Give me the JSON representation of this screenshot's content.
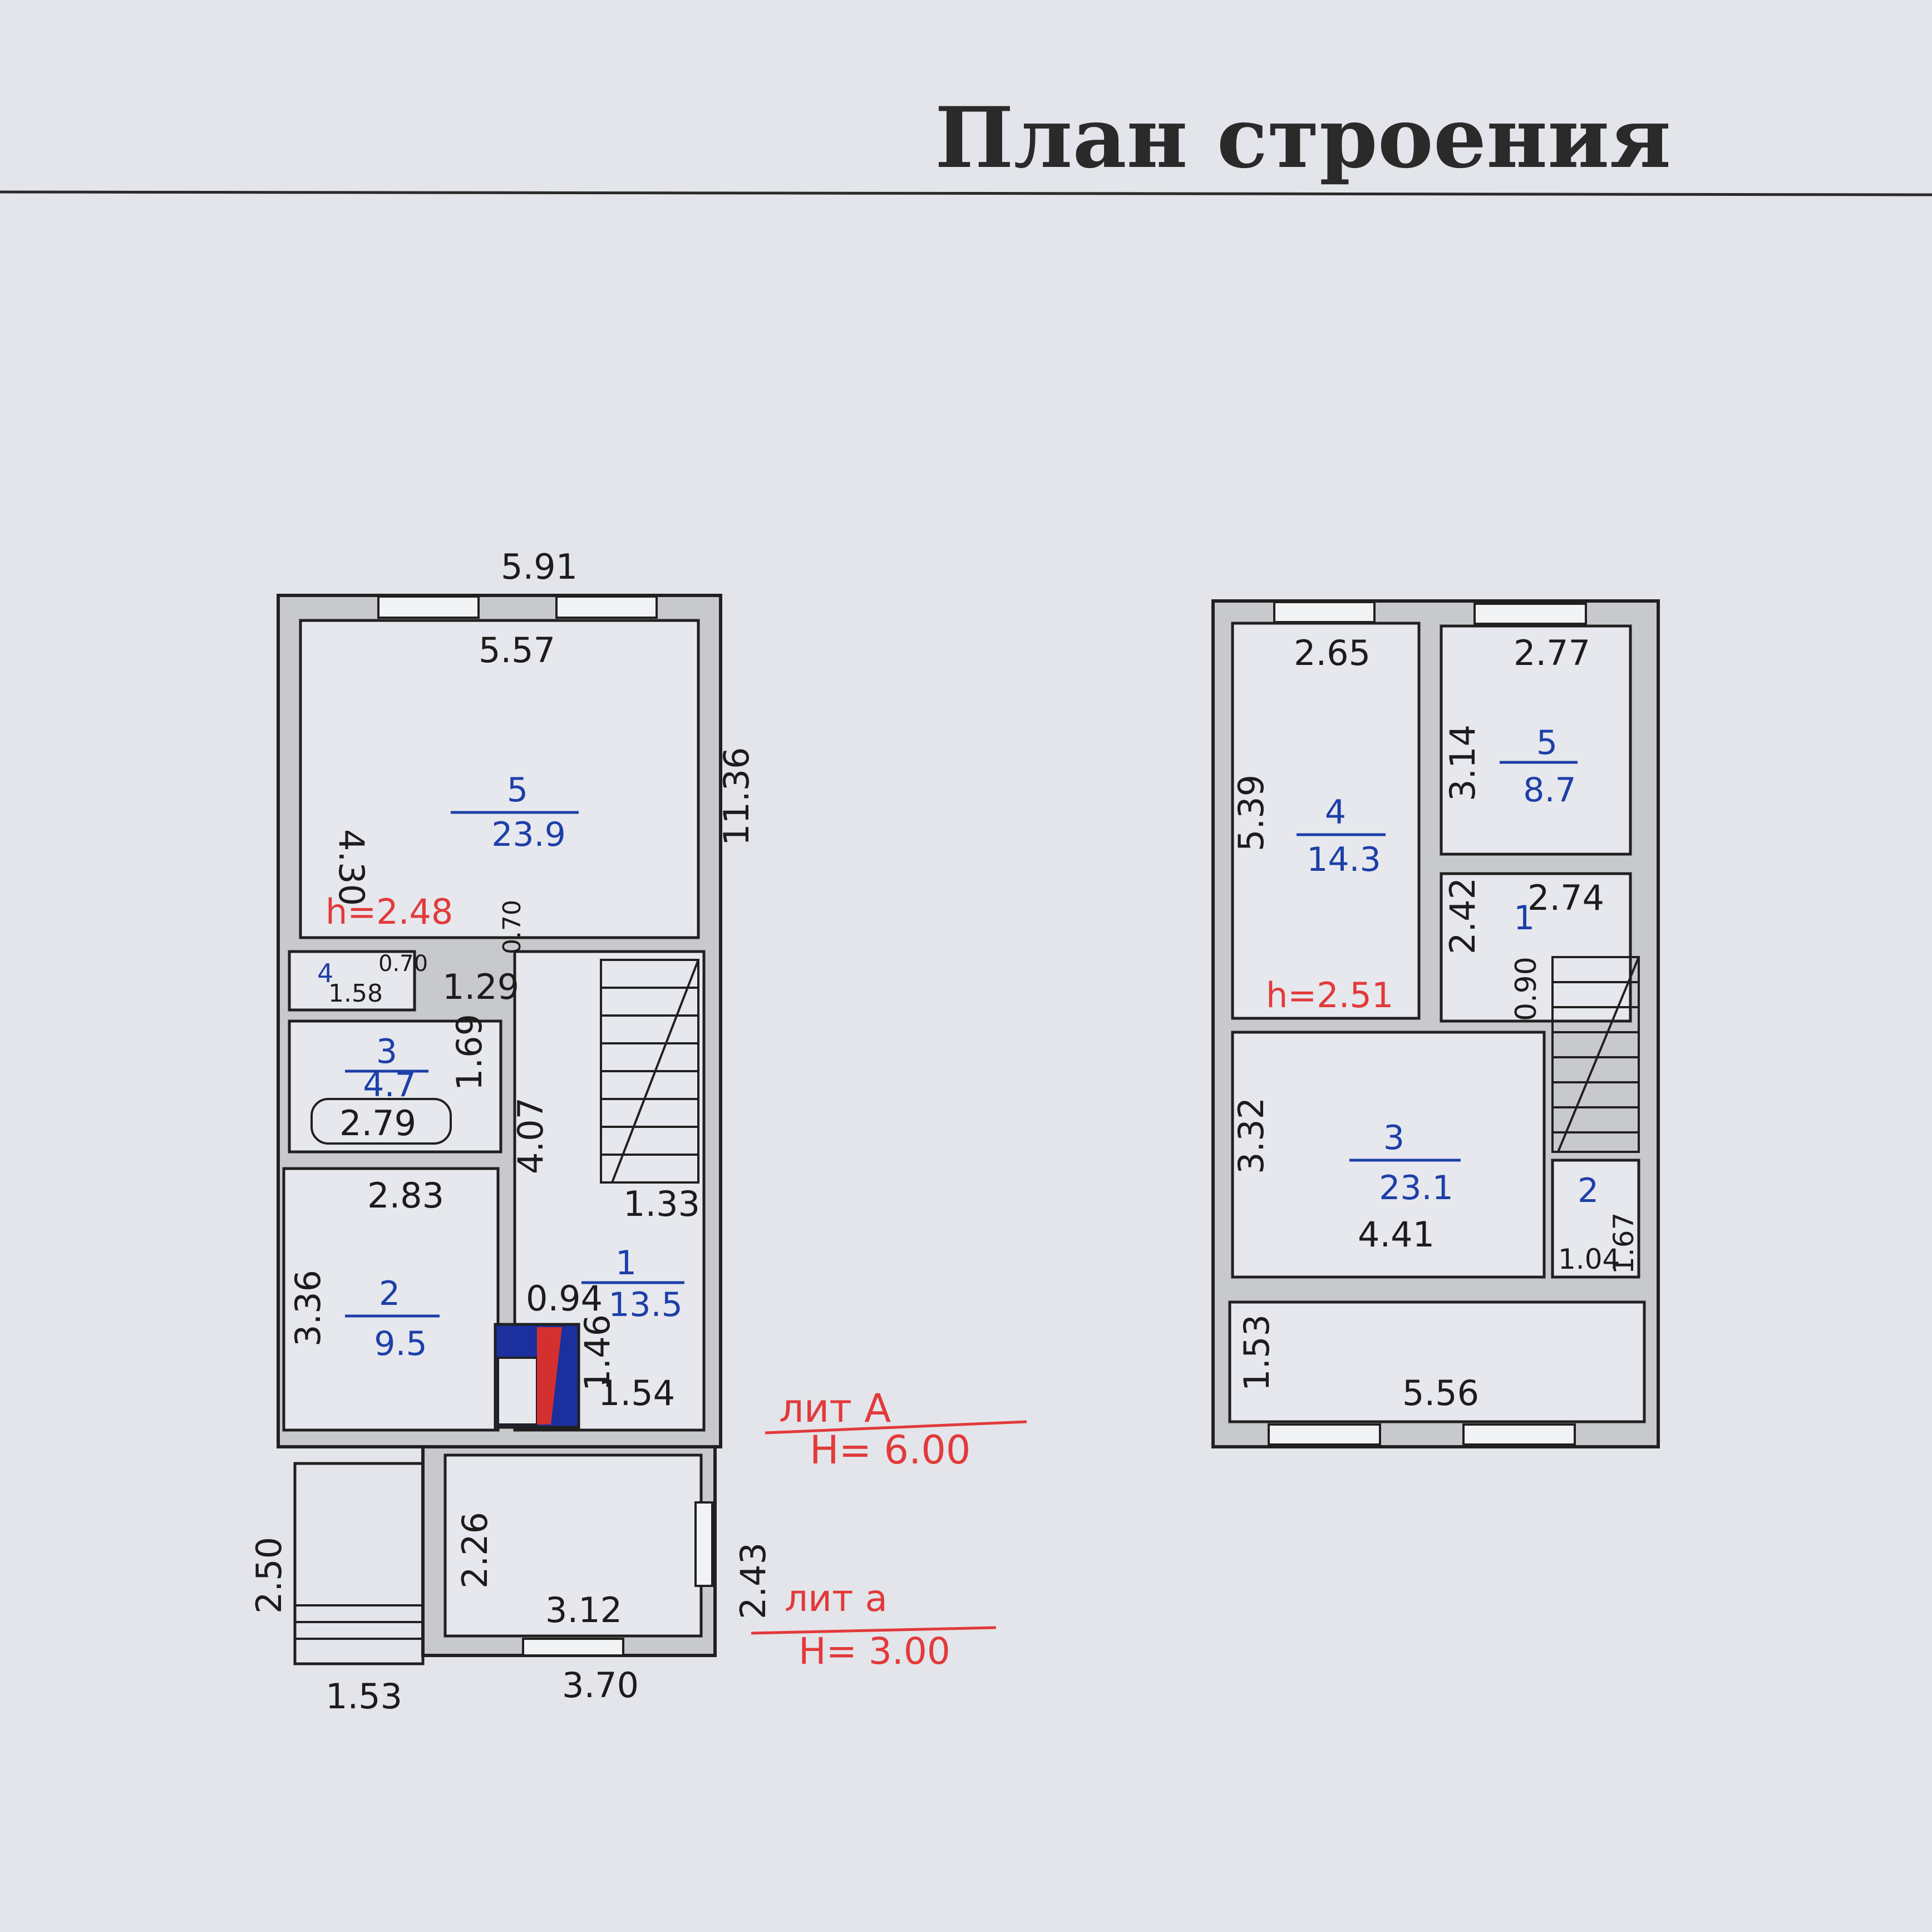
{
  "title": "План строения",
  "floor1": {
    "dims": {
      "outer_width": "5.91",
      "room5_width": "5.57",
      "room5_height": "4.30",
      "outer_height": "11.36",
      "room4_a": "1.58",
      "room4_b": "0.70",
      "room4_c": "1.29",
      "room4_d": "0.70",
      "room3_height": "1.69",
      "room3_width": "2.79",
      "hall_height": "4.07",
      "room2_width": "2.83",
      "stair_width": "1.33",
      "room2_height": "3.36",
      "stove_width": "0.94",
      "stove_height": "1.46",
      "entry_width": "1.54",
      "porch_height": "2.50",
      "veranda_inner_height": "2.26",
      "veranda_height": "2.43",
      "veranda_width": "3.12",
      "porch_width": "1.53",
      "veranda_outer_width": "3.70"
    },
    "ceiling": "h=2.48",
    "rooms": {
      "r1": {
        "num": "1",
        "area": "13.5"
      },
      "r2": {
        "num": "2",
        "area": "9.5"
      },
      "r3": {
        "num": "3",
        "area": "4.7"
      },
      "r4": {
        "num": "4",
        "area": ""
      },
      "r5": {
        "num": "5",
        "area": "23.9"
      }
    },
    "lit_big": {
      "name": "лит А",
      "height": "Н= 6.00"
    },
    "lit_small": {
      "name": "лит а",
      "height": "Н= 3.00"
    }
  },
  "floor2": {
    "dims": {
      "room4_width": "2.65",
      "room5_width": "2.77",
      "room5_height": "3.14",
      "room4_height": "5.39",
      "corridor_width": "2.74",
      "corridor_height": "2.42",
      "door_width": "0.90",
      "room3_height": "3.32",
      "room3_width": "4.41",
      "room2_height": "1.67",
      "room2_width": "1.04",
      "balcony_height": "1.53",
      "balcony_width": "5.56"
    },
    "ceiling": "h=2.51",
    "rooms": {
      "r1": {
        "num": "1"
      },
      "r2": {
        "num": "2"
      },
      "r3": {
        "num": "3",
        "area": "23.1"
      },
      "r4": {
        "num": "4",
        "area": "14.3"
      },
      "r5": {
        "num": "5",
        "area": "8.7"
      }
    }
  }
}
